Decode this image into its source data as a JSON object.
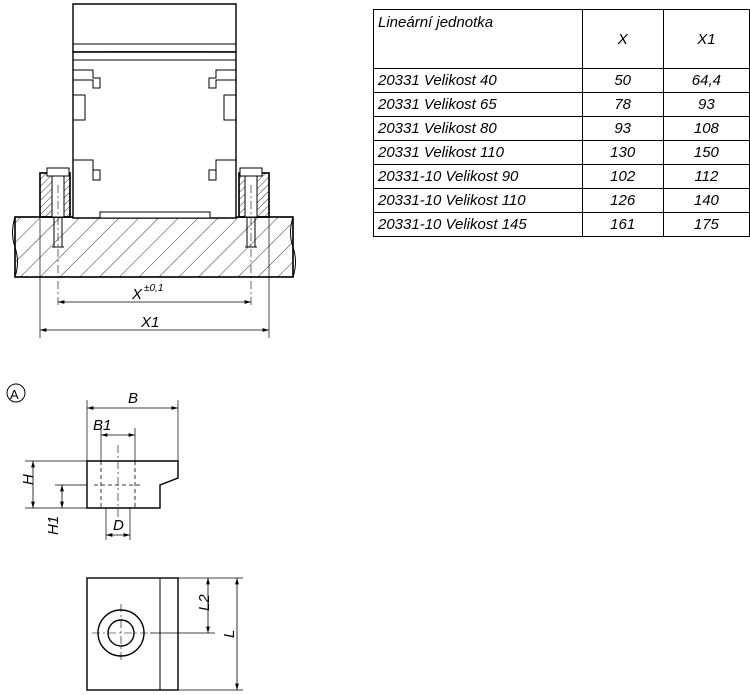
{
  "table": {
    "headers": [
      "Lineární jednotka",
      "X",
      "X1"
    ],
    "rows": [
      [
        "20331 Velikost 40",
        "50",
        "64,4"
      ],
      [
        "20331 Velikost 65",
        "78",
        "93"
      ],
      [
        "20331 Velikost 80",
        "93",
        "108"
      ],
      [
        "20331 Velikost 110",
        "130",
        "150"
      ],
      [
        "20331-10 Velikost 90",
        "102",
        "112"
      ],
      [
        "20331-10 Velikost 110",
        "126",
        "140"
      ],
      [
        "20331-10 Velikost 145",
        "161",
        "175"
      ]
    ]
  },
  "labels": {
    "x": "X",
    "x_tolerance": "±0,1",
    "x1": "X1",
    "detail_marker": "A",
    "b": "B",
    "b1": "B1",
    "h": "H",
    "h1": "H1",
    "d": "D",
    "l": "L",
    "l2": "L2"
  }
}
